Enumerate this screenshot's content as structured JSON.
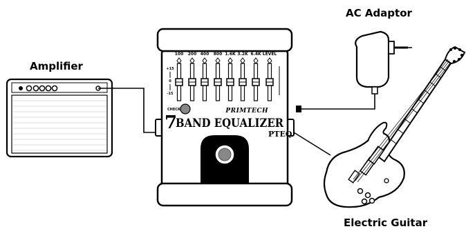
{
  "labels": {
    "amplifier": "Amplifier",
    "ac_adaptor": "AC Adaptor",
    "electric_guitar": "Electric Guitar"
  },
  "pedal": {
    "bands": [
      "100",
      "200",
      "400",
      "800",
      "1.6K",
      "3.2K",
      "6.4K"
    ],
    "level_label": "LEVEL",
    "scale_top": "+15",
    "scale_mid": "0",
    "scale_bottom": "-15",
    "check_label": "CHECK",
    "brand": "PRIMTECH",
    "title_number": "7",
    "title_text": "BAND EQUALIZER",
    "model": "PTEQ"
  },
  "slider_levels": [
    0.5,
    0.5,
    0.5,
    0.5,
    0.5,
    0.5,
    0.5,
    0.5
  ]
}
